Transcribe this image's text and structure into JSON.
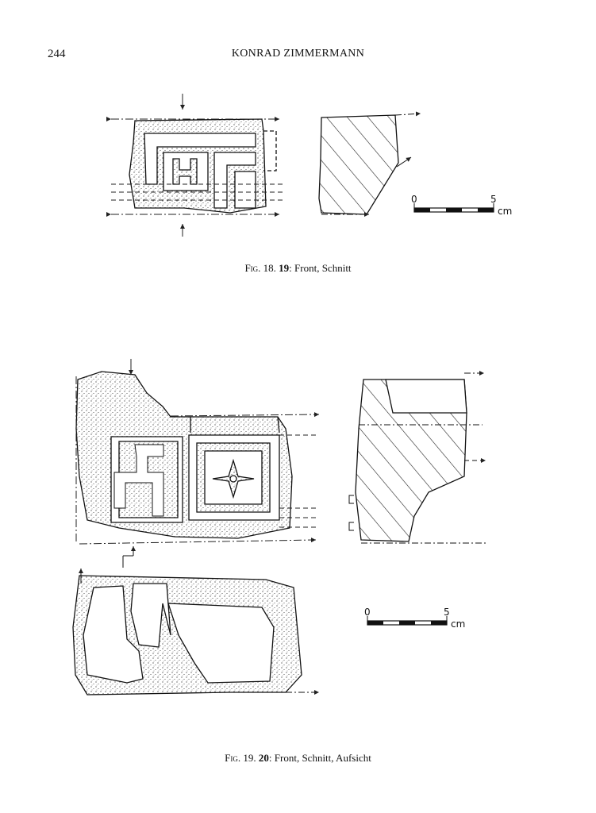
{
  "header": {
    "page_number": "244",
    "running_head": "KONRAD ZIMMERMANN"
  },
  "figures": [
    {
      "fig_label": "Fig.",
      "fig_number": "18.",
      "object_number": "19",
      "caption_text": ": Front, Schnitt",
      "scale_bar": {
        "start_label": "0",
        "end_label": "5",
        "unit": "cm"
      }
    },
    {
      "fig_label": "Fig.",
      "fig_number": "19.",
      "object_number": "20",
      "caption_text": ": Front, Schnitt, Aufsicht",
      "scale_bar": {
        "start_label": "0",
        "end_label": "5",
        "unit": "cm"
      }
    }
  ]
}
